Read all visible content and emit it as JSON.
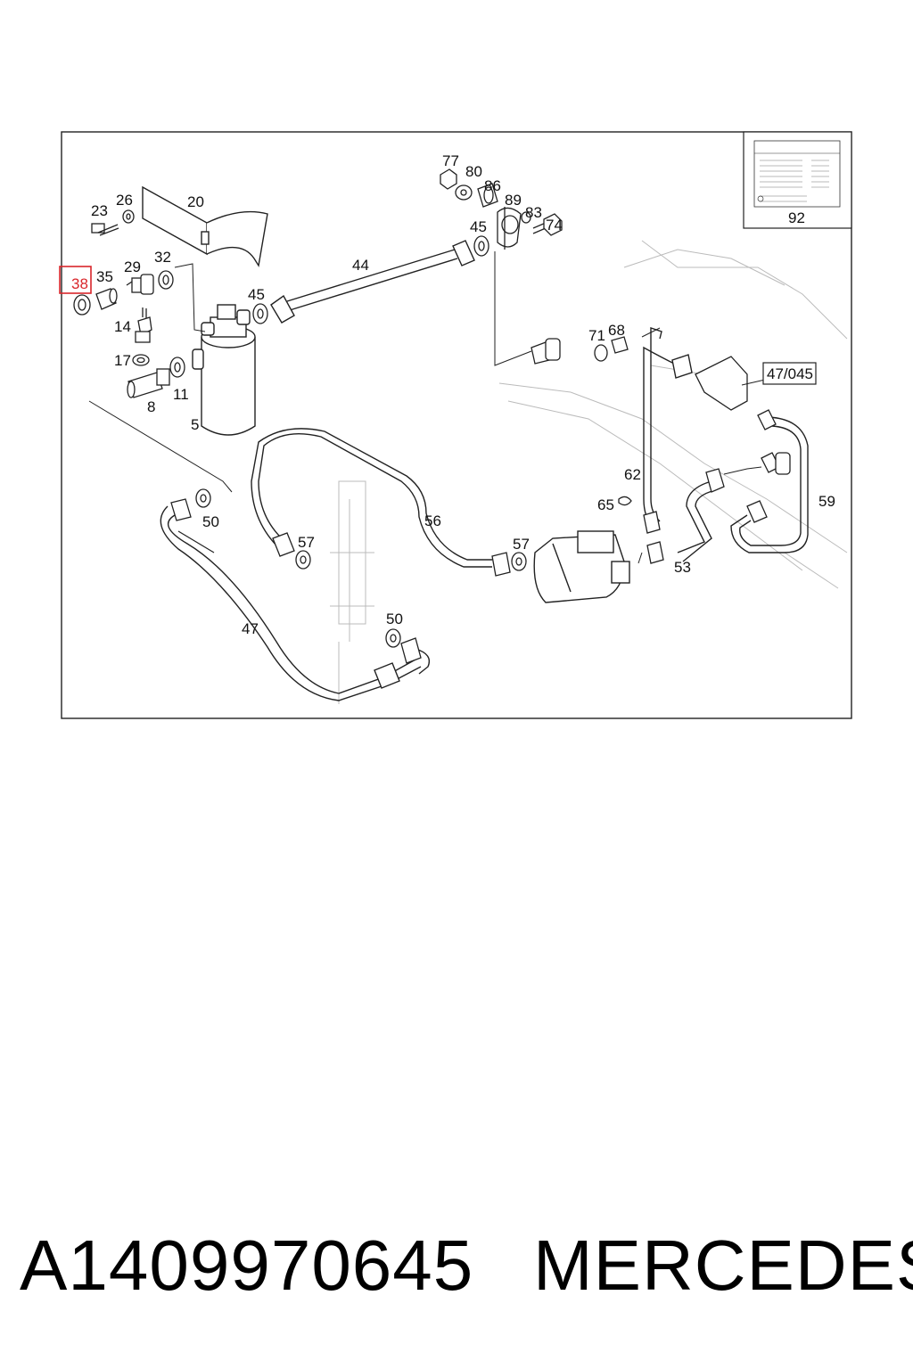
{
  "diagram": {
    "highlighted_callout": "38",
    "callouts": [
      "23",
      "26",
      "20",
      "35",
      "29",
      "32",
      "14",
      "17",
      "11",
      "8",
      "5",
      "45",
      "44",
      "77",
      "80",
      "86",
      "89",
      "45",
      "83",
      "74",
      "92",
      "71",
      "68",
      "47/045",
      "62",
      "65",
      "59",
      "53",
      "56",
      "57",
      "57",
      "50",
      "50",
      "47"
    ],
    "highlight_color": "#d9262b",
    "label_panel_title": "92"
  },
  "footer": {
    "part_number": "A1409970645",
    "brand": "MERCEDES"
  }
}
